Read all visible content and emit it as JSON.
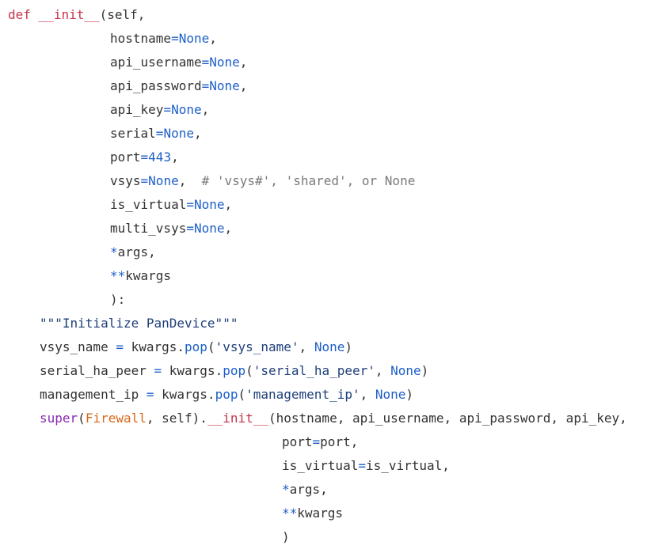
{
  "code": {
    "lines": [
      {
        "indent": 0,
        "tokens": [
          {
            "t": "def",
            "k": "kw"
          },
          {
            "t": " ",
            "k": "plain"
          },
          {
            "t": "__init__",
            "k": "fn"
          },
          {
            "t": "(self,",
            "k": "plain"
          }
        ]
      },
      {
        "indent": 2,
        "tokens": [
          {
            "t": "hostname",
            "k": "plain"
          },
          {
            "t": "=",
            "k": "op"
          },
          {
            "t": "None",
            "k": "con"
          },
          {
            "t": ",",
            "k": "plain"
          }
        ]
      },
      {
        "indent": 2,
        "tokens": [
          {
            "t": "api_username",
            "k": "plain"
          },
          {
            "t": "=",
            "k": "op"
          },
          {
            "t": "None",
            "k": "con"
          },
          {
            "t": ",",
            "k": "plain"
          }
        ]
      },
      {
        "indent": 2,
        "tokens": [
          {
            "t": "api_password",
            "k": "plain"
          },
          {
            "t": "=",
            "k": "op"
          },
          {
            "t": "None",
            "k": "con"
          },
          {
            "t": ",",
            "k": "plain"
          }
        ]
      },
      {
        "indent": 2,
        "tokens": [
          {
            "t": "api_key",
            "k": "plain"
          },
          {
            "t": "=",
            "k": "op"
          },
          {
            "t": "None",
            "k": "con"
          },
          {
            "t": ",",
            "k": "plain"
          }
        ]
      },
      {
        "indent": 2,
        "tokens": [
          {
            "t": "serial",
            "k": "plain"
          },
          {
            "t": "=",
            "k": "op"
          },
          {
            "t": "None",
            "k": "con"
          },
          {
            "t": ",",
            "k": "plain"
          }
        ]
      },
      {
        "indent": 2,
        "tokens": [
          {
            "t": "port",
            "k": "plain"
          },
          {
            "t": "=",
            "k": "op"
          },
          {
            "t": "443",
            "k": "num"
          },
          {
            "t": ",",
            "k": "plain"
          }
        ]
      },
      {
        "indent": 2,
        "tokens": [
          {
            "t": "vsys",
            "k": "plain"
          },
          {
            "t": "=",
            "k": "op"
          },
          {
            "t": "None",
            "k": "con"
          },
          {
            "t": ",  ",
            "k": "plain"
          },
          {
            "t": "# 'vsys#', 'shared', or None",
            "k": "com"
          }
        ]
      },
      {
        "indent": 2,
        "tokens": [
          {
            "t": "is_virtual",
            "k": "plain"
          },
          {
            "t": "=",
            "k": "op"
          },
          {
            "t": "None",
            "k": "con"
          },
          {
            "t": ",",
            "k": "plain"
          }
        ]
      },
      {
        "indent": 2,
        "tokens": [
          {
            "t": "multi_vsys",
            "k": "plain"
          },
          {
            "t": "=",
            "k": "op"
          },
          {
            "t": "None",
            "k": "con"
          },
          {
            "t": ",",
            "k": "plain"
          }
        ]
      },
      {
        "indent": 2,
        "tokens": [
          {
            "t": "*",
            "k": "op"
          },
          {
            "t": "args,",
            "k": "plain"
          }
        ]
      },
      {
        "indent": 2,
        "tokens": [
          {
            "t": "**",
            "k": "op"
          },
          {
            "t": "kwargs",
            "k": "plain"
          }
        ]
      },
      {
        "indent": 2,
        "tokens": [
          {
            "t": "):",
            "k": "plain"
          }
        ]
      },
      {
        "indent": 1,
        "tokens": [
          {
            "t": "\"\"\"Initialize PanDevice\"\"\"",
            "k": "dstr"
          }
        ]
      },
      {
        "indent": 1,
        "tokens": [
          {
            "t": "vsys_name ",
            "k": "plain"
          },
          {
            "t": "=",
            "k": "op"
          },
          {
            "t": " kwargs.",
            "k": "plain"
          },
          {
            "t": "pop",
            "k": "meth"
          },
          {
            "t": "(",
            "k": "plain"
          },
          {
            "t": "'vsys_name'",
            "k": "str"
          },
          {
            "t": ", ",
            "k": "plain"
          },
          {
            "t": "None",
            "k": "con"
          },
          {
            "t": ")",
            "k": "plain"
          }
        ]
      },
      {
        "indent": 1,
        "tokens": [
          {
            "t": "serial_ha_peer ",
            "k": "plain"
          },
          {
            "t": "=",
            "k": "op"
          },
          {
            "t": " kwargs.",
            "k": "plain"
          },
          {
            "t": "pop",
            "k": "meth"
          },
          {
            "t": "(",
            "k": "plain"
          },
          {
            "t": "'serial_ha_peer'",
            "k": "str"
          },
          {
            "t": ", ",
            "k": "plain"
          },
          {
            "t": "None",
            "k": "con"
          },
          {
            "t": ")",
            "k": "plain"
          }
        ]
      },
      {
        "indent": 1,
        "tokens": [
          {
            "t": "management_ip ",
            "k": "plain"
          },
          {
            "t": "=",
            "k": "op"
          },
          {
            "t": " kwargs.",
            "k": "plain"
          },
          {
            "t": "pop",
            "k": "meth"
          },
          {
            "t": "(",
            "k": "plain"
          },
          {
            "t": "'management_ip'",
            "k": "str"
          },
          {
            "t": ", ",
            "k": "plain"
          },
          {
            "t": "None",
            "k": "con"
          },
          {
            "t": ")",
            "k": "plain"
          }
        ]
      },
      {
        "indent": 1,
        "tokens": [
          {
            "t": "super",
            "k": "bi"
          },
          {
            "t": "(",
            "k": "plain"
          },
          {
            "t": "Firewall",
            "k": "cls"
          },
          {
            "t": ", self).",
            "k": "plain"
          },
          {
            "t": "__init__",
            "k": "fn"
          },
          {
            "t": "(hostname, api_username, api_password, api_key,",
            "k": "plain"
          }
        ]
      },
      {
        "indent": 3,
        "tokens": [
          {
            "t": "port",
            "k": "plain"
          },
          {
            "t": "=",
            "k": "op"
          },
          {
            "t": "port,",
            "k": "plain"
          }
        ]
      },
      {
        "indent": 3,
        "tokens": [
          {
            "t": "is_virtual",
            "k": "plain"
          },
          {
            "t": "=",
            "k": "op"
          },
          {
            "t": "is_virtual,",
            "k": "plain"
          }
        ]
      },
      {
        "indent": 3,
        "tokens": [
          {
            "t": "*",
            "k": "op"
          },
          {
            "t": "args,",
            "k": "plain"
          }
        ]
      },
      {
        "indent": 3,
        "tokens": [
          {
            "t": "**",
            "k": "op"
          },
          {
            "t": "kwargs",
            "k": "plain"
          }
        ]
      },
      {
        "indent": 3,
        "tokens": [
          {
            "t": ")",
            "k": "plain"
          }
        ]
      }
    ]
  },
  "colors": {
    "keyword": "#c4344a",
    "constant": "#1d5fc7",
    "string": "#1f3f7a",
    "comment": "#7a7a7a",
    "builtin": "#8a2ab5",
    "class": "#d9681a",
    "text": "#333333",
    "background": "#ffffff"
  }
}
